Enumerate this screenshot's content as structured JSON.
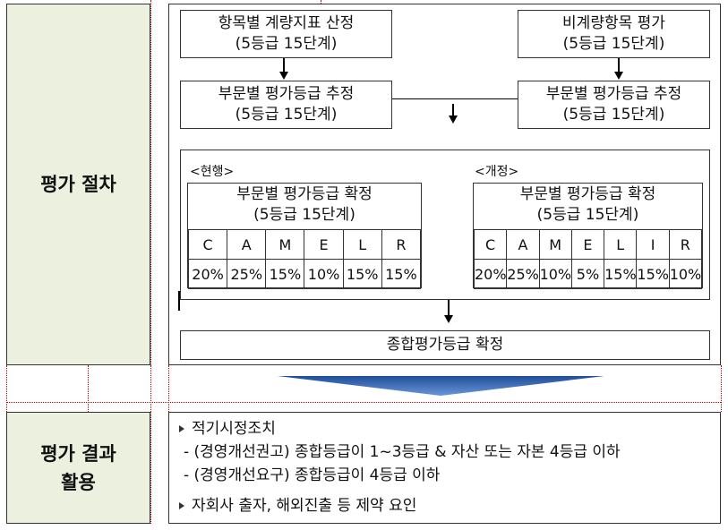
{
  "sections": {
    "procedure": {
      "label": "평가 절차"
    },
    "result": {
      "label_line1": "평가 결과",
      "label_line2": "활용"
    }
  },
  "steps": {
    "top_left": {
      "line1": "항목별 계량지표 산정",
      "line2": "(5등급 15단계)"
    },
    "top_right": {
      "line1": "비계량항목 평가",
      "line2": "(5등급 15단계)"
    },
    "mid_left": {
      "line1": "부문별 평가등급 추정",
      "line2": "(5등급 15단계)"
    },
    "mid_right": {
      "line1": "부문별 평가등급 추정",
      "line2": "(5등급 15단계)"
    },
    "final": "종합평가등급 확정"
  },
  "current": {
    "tag": "<현행>",
    "title1": "부문별 평가등급 확정",
    "title2": "(5등급 15단계)",
    "headers": [
      "C",
      "A",
      "M",
      "E",
      "L",
      "R"
    ],
    "weights": [
      "20%",
      "25%",
      "15%",
      "10%",
      "15%",
      "15%"
    ]
  },
  "revised": {
    "tag": "<개정>",
    "title1": "부문별 평가등급 확정",
    "title2": "(5등급 15단계)",
    "headers": [
      "C",
      "A",
      "M",
      "E",
      "L",
      "I",
      "R"
    ],
    "weights": [
      "20%",
      "25%",
      "10%",
      "5%",
      "15%",
      "15%",
      "10%"
    ]
  },
  "results": {
    "item1": "적기시정조치",
    "sub1": "- (경영개선권고) 종합등급이 1~3등급 & 자산 또는 자본 4등급 이하",
    "sub2": "- (경영개선요구) 종합등급이 4등급 이하",
    "item2": "자회사 출자, 해외진출 등 제약 요인"
  },
  "colors": {
    "label_bg": "#ebf1de",
    "chevron": "#4472c4",
    "dotted_grid": "#c00000"
  }
}
